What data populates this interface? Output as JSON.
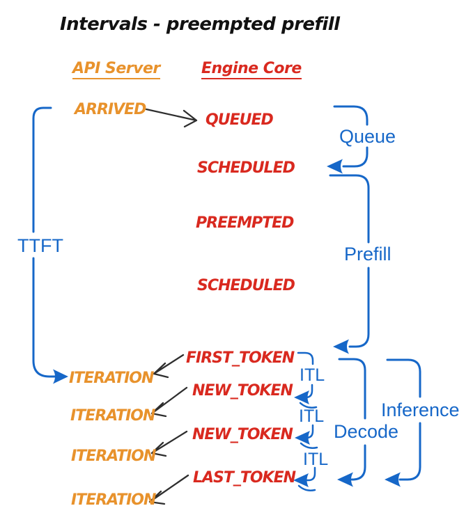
{
  "title": "Intervals - preempted prefill",
  "headers": {
    "api_server": "API Server",
    "engine_core": "Engine Core"
  },
  "api_server_events": [
    "ARRIVED",
    "ITERATION",
    "ITERATION",
    "ITERATION",
    "ITERATION"
  ],
  "engine_core_events": [
    "QUEUED",
    "SCHEDULED",
    "PREEMPTED",
    "SCHEDULED",
    "FIRST_TOKEN",
    "NEW_TOKEN",
    "NEW_TOKEN",
    "LAST_TOKEN"
  ],
  "intervals": {
    "ttft": "TTFT",
    "queue": "Queue",
    "prefill": "Prefill",
    "itl": [
      "ITL",
      "ITL",
      "ITL"
    ],
    "decode": "Decode",
    "inference": "Inference"
  },
  "colors": {
    "api_server": "#e8922c",
    "engine_core": "#d9291f",
    "interval": "#1667c8",
    "arrow": "#2e2e2e",
    "title": "#111111",
    "background": "#ffffff"
  }
}
